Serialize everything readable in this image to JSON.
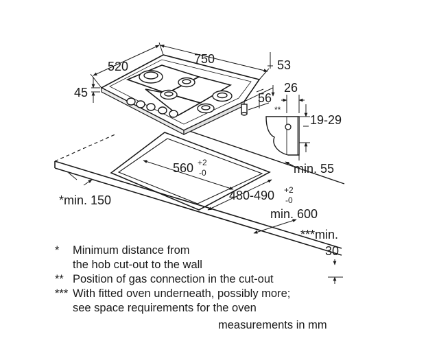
{
  "dimensions": {
    "depth": "520",
    "width": "750",
    "edge_right": "53",
    "height": "45",
    "gas_offset": "56",
    "bracket_width": "26",
    "bracket_marker": "**",
    "worktop_thickness": "19-29",
    "edge_clearance": "min. 55",
    "cutout_width": "560",
    "cutout_width_tol_plus": "+2",
    "cutout_width_tol_minus": "-0",
    "cutout_depth": "480-490",
    "cutout_depth_tol_plus": "+2",
    "cutout_depth_tol_minus": "-0",
    "wall_distance": "*min. 150",
    "worktop_depth": "min. 600",
    "oven_label": "***min.",
    "oven_value": "30"
  },
  "notes": [
    {
      "mark": "*",
      "text": "Minimum distance from\nthe hob cut-out to the wall"
    },
    {
      "mark": "**",
      "text": "Position of gas connection in the cut-out"
    },
    {
      "mark": "***",
      "text": "With fitted oven underneath, possibly more;\nsee space requirements for the oven"
    }
  ],
  "units_label": "measurements in mm",
  "colors": {
    "line": "#1a1a1a",
    "fill": "#ffffff",
    "light": "#f2f2f2"
  }
}
